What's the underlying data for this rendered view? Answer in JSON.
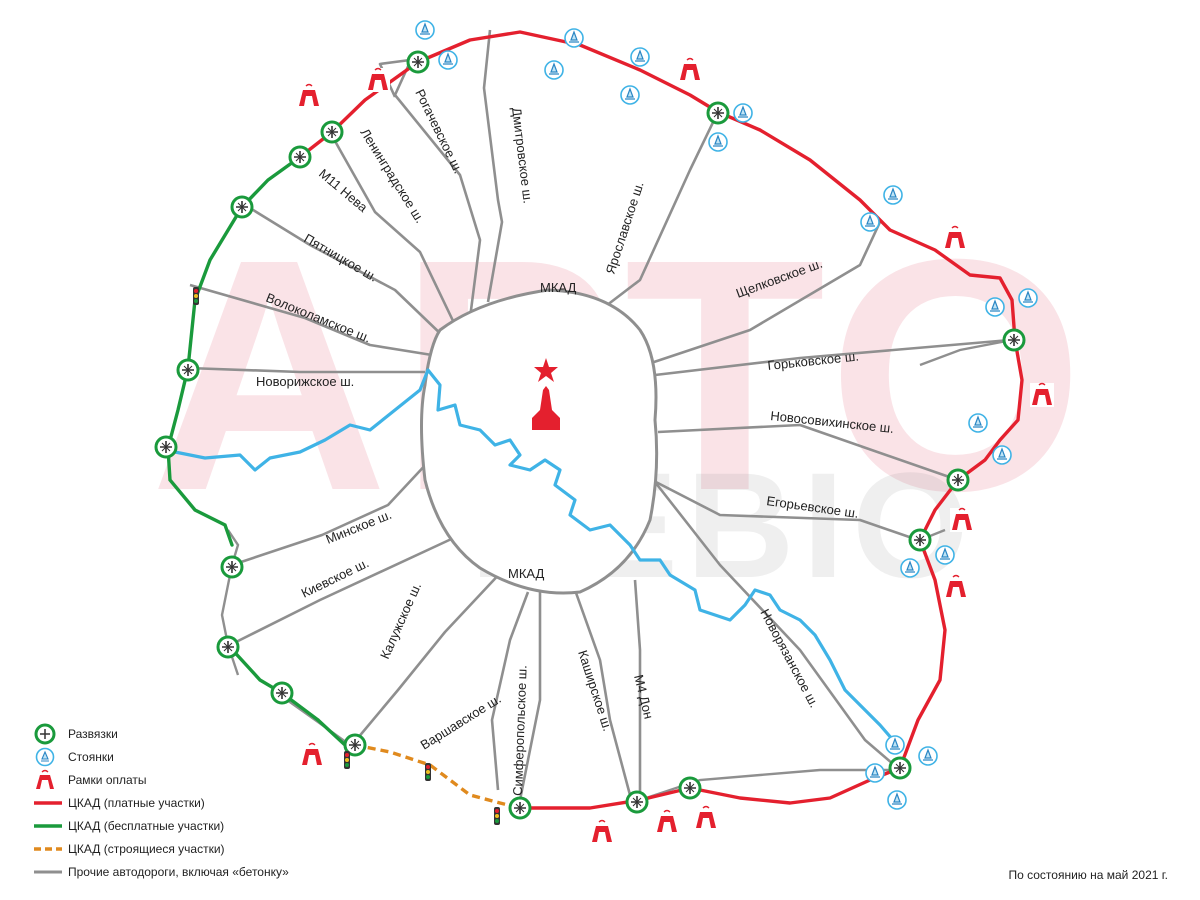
{
  "watermark": {
    "main": "АРТО",
    "sub": "PEBIO"
  },
  "colors": {
    "toll": "#e4202e",
    "free": "#1a9a3c",
    "construction": "#e08a1e",
    "other": "#8f8f8f",
    "river": "#3fb3e6",
    "kremlin": "#e4202e"
  },
  "labels": {
    "mkad_top": "МКАД",
    "mkad_bottom": "МКАД",
    "rogachevskoe": "Рогачевское ш.",
    "dmitrovskoe": "Дмитровское ш.",
    "leningradskoe": "Ленинградское ш.",
    "m11": "М11 Нева",
    "yaroslavskoe": "Ярославское ш.",
    "pyatnitskoe": "Пятницкое ш.",
    "volokolamskoe": "Волоколамское ш.",
    "novorizhskoe": "Новорижское ш.",
    "shchelkovskoe": "Щелковское ш.",
    "gorkovskoe": "Горьковское ш.",
    "novosovikhinskoe": "Новосовихинское ш.",
    "egoryevskoe": "Егорьевское ш.",
    "minskoe": "Минское ш.",
    "kievskoe": "Киевское ш.",
    "kaluzhskoe": "Калужское ш.",
    "varshavskoe": "Варшавское ш.",
    "simferopolskoe": "Симферопольское ш.",
    "kashirskoe": "Каширское ш.",
    "m4": "М4 Дон",
    "novoryazanskoe": "Новорязанское ш."
  },
  "legend": [
    {
      "icon": "interchange-icon",
      "label": "Развязки"
    },
    {
      "icon": "parking-icon",
      "label": "Стоянки"
    },
    {
      "icon": "toll-gate-icon",
      "label": "Рамки оплаты"
    },
    {
      "icon": "toll-line-icon",
      "label": "ЦКАД (платные участки)"
    },
    {
      "icon": "free-line-icon",
      "label": "ЦКАД (бесплатные участки)"
    },
    {
      "icon": "construction-line-icon",
      "label": "ЦКАД (строящиеся участки)"
    },
    {
      "icon": "other-road-icon",
      "label": "Прочие автодороги, включая «бетонку»"
    }
  ],
  "footnote": "По состоянию на май 2021 г."
}
